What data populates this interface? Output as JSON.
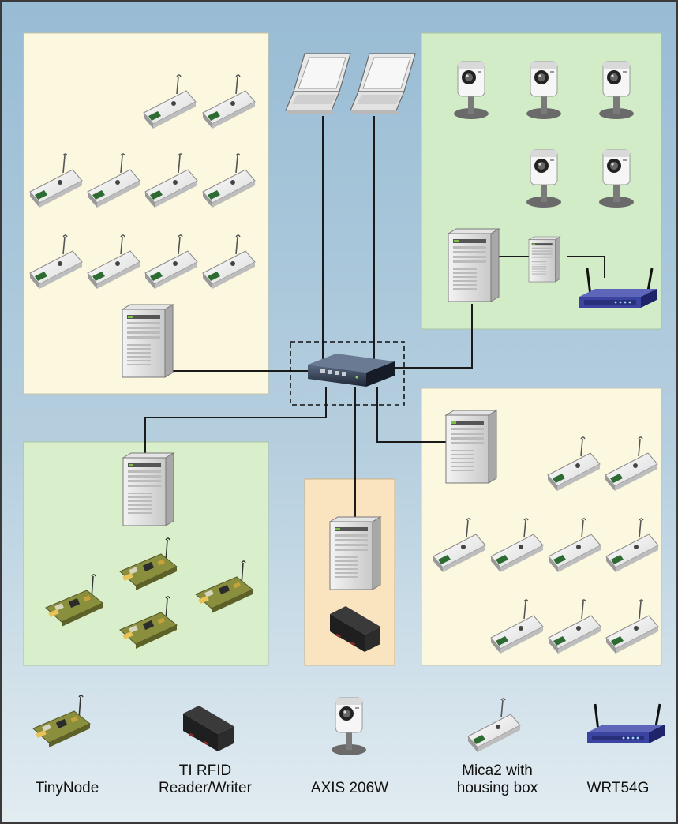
{
  "diagram": {
    "colors": {
      "background_top": "#98bcd4",
      "background_bottom": "#dde9ef",
      "frame": "#3a3a3a",
      "sensor_zone": "#fbf8df",
      "camera_zone": "#d3ecc8",
      "tinynode_zone": "#d9efcc",
      "rfid_zone": "#f9e4bf",
      "link": "#1a1a1a"
    },
    "zones": [
      {
        "name": "mica2-zone-left",
        "devices": "Mica2 with housing box"
      },
      {
        "name": "axis-camera-zone",
        "devices": "AXIS 206W"
      },
      {
        "name": "tinynode-zone",
        "devices": "TinyNode"
      },
      {
        "name": "rfid-zone",
        "devices": "TI RFID Reader/Writer"
      },
      {
        "name": "mica2-zone-right",
        "devices": "Mica2 with housing box"
      }
    ]
  },
  "legend": {
    "tinynode": {
      "line1": "TinyNode",
      "line2": ""
    },
    "rfid": {
      "line1": "TI RFID",
      "line2": "Reader/Writer"
    },
    "axis": {
      "line1": "AXIS 206W",
      "line2": ""
    },
    "mica2": {
      "line1": "Mica2 with",
      "line2": "housing box"
    },
    "wrt54g": {
      "line1": "WRT54G",
      "line2": ""
    }
  }
}
